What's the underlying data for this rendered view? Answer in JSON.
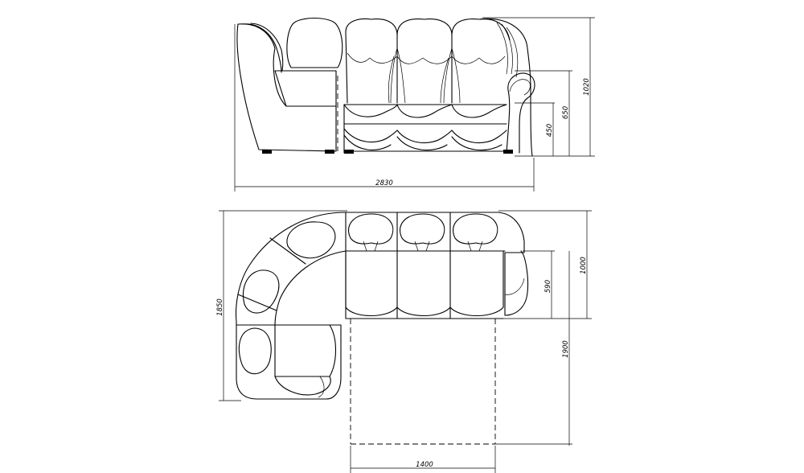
{
  "dimensions": {
    "front_height_total": "1020",
    "front_height_arm": "650",
    "front_height_seat": "450",
    "front_width_total": "2830",
    "top_depth_right": "1000",
    "top_seat_depth": "590",
    "top_unfolded_length": "1900",
    "top_depth_left": "1850",
    "top_unfolded_width": "1400"
  }
}
